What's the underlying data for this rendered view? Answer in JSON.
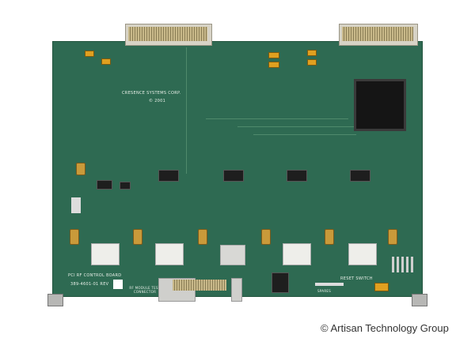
{
  "photo": {
    "subject": "PCI RF Control Board",
    "board_color": "#2e6a52",
    "silkscreen": {
      "manufacturer": "CRESENCE SYSTEMS CORP.",
      "copyright_year": "© 2001",
      "board_name": "PCI RF CONTROL BOARD",
      "part_number": "389-4601-01 REV",
      "test_connector": "RF MODULE TEST CONNECTOR",
      "reset_switch": "RESET SWITCH",
      "spares": "SPARES"
    }
  },
  "watermark": "© Artisan Technology Group"
}
